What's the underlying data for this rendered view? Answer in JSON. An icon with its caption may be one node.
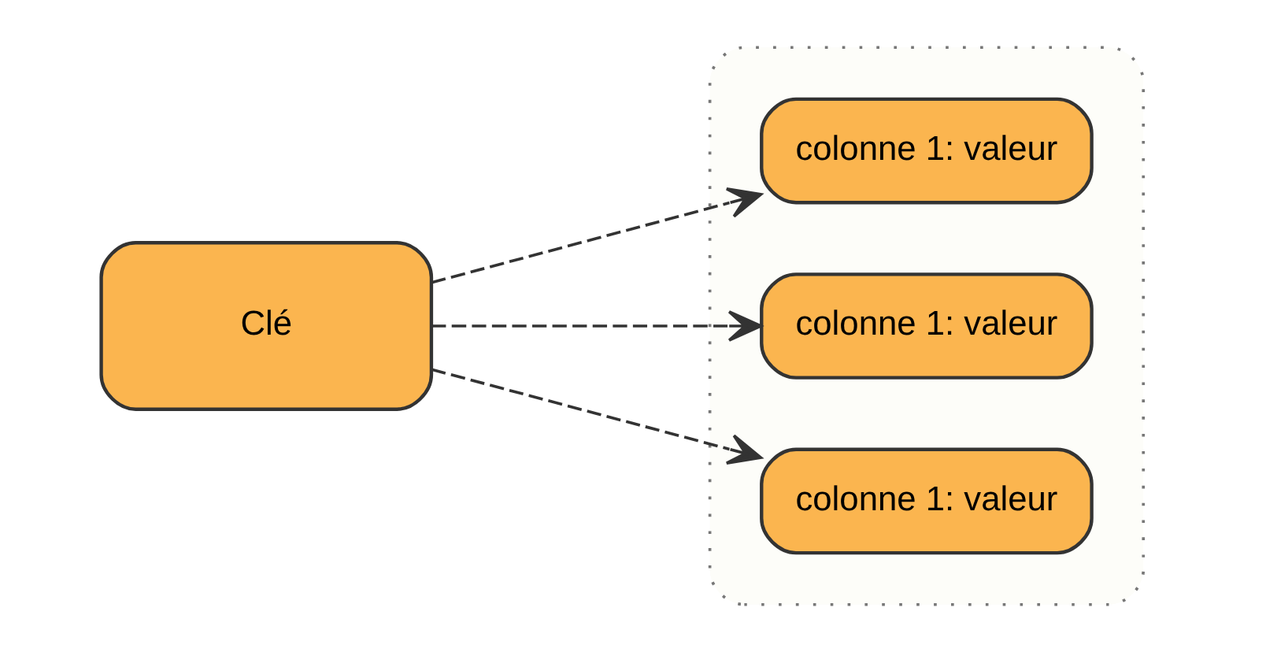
{
  "diagram": {
    "nodes": [
      {
        "text": [
          "Clé"
        ]
      },
      {
        "text": [],
        "shape": "box"
      },
      {
        "text": [
          "colonne 1: valeur"
        ],
        "in": 1
      },
      {
        "text": [
          "colonne 1: valeur"
        ],
        "in": 1
      },
      {
        "text": [
          "colonne 1: valeur"
        ],
        "in": 1
      }
    ],
    "edges": [
      {
        "from": 0,
        "to": 2,
        "arrow": "to",
        "style": "dashed"
      },
      {
        "from": 0,
        "to": 3,
        "arrow": "to",
        "style": "dashed"
      },
      {
        "from": 0,
        "to": 4,
        "arrow": "to",
        "style": "dashed"
      }
    ]
  }
}
